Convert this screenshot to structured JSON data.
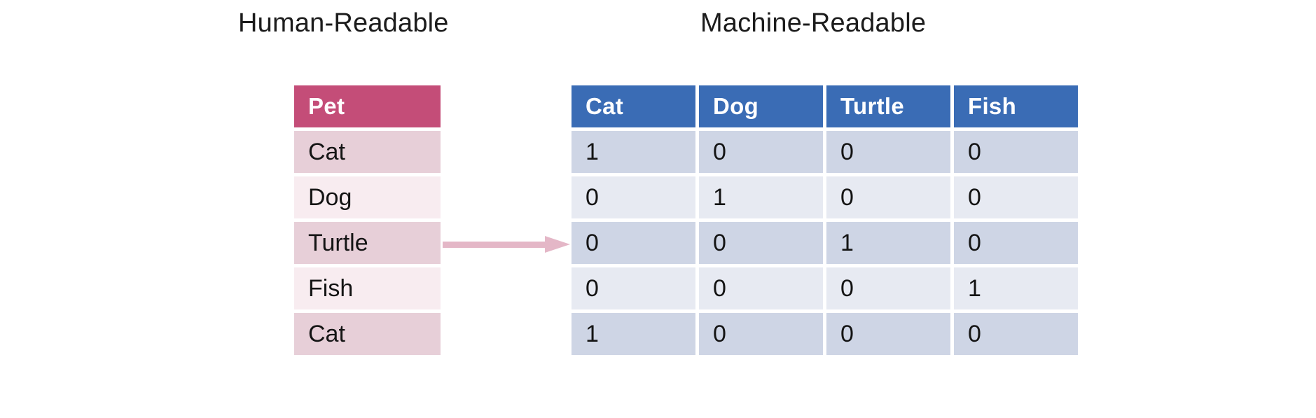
{
  "titles": {
    "human": "Human-Readable",
    "machine": "Machine-Readable"
  },
  "human_table": {
    "header": "Pet",
    "rows": [
      "Cat",
      "Dog",
      "Turtle",
      "Fish",
      "Cat"
    ]
  },
  "machine_table": {
    "headers": [
      "Cat",
      "Dog",
      "Turtle",
      "Fish"
    ],
    "rows": [
      [
        "1",
        "0",
        "0",
        "0"
      ],
      [
        "0",
        "1",
        "0",
        "0"
      ],
      [
        "0",
        "0",
        "1",
        "0"
      ],
      [
        "0",
        "0",
        "0",
        "1"
      ],
      [
        "1",
        "0",
        "0",
        "0"
      ]
    ]
  },
  "arrow": {
    "name": "transform-arrow",
    "direction": "right",
    "color": "#e4b7c7"
  },
  "colors": {
    "pink_header": "#c44d78",
    "pink_row_dark": "#e7cfd8",
    "pink_row_light": "#f8ecf0",
    "blue_header": "#3a6cb5",
    "blue_row_dark": "#ced5e5",
    "blue_row_light": "#e7eaf2",
    "text": "#141414",
    "background": "#ffffff"
  }
}
